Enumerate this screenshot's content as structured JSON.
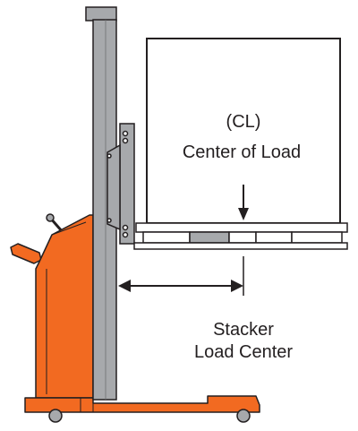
{
  "labels": {
    "cl_abbrev": "(CL)",
    "center_of_load": "Center of Load",
    "stacker_line1": "Stacker",
    "stacker_line2": "Load Center"
  },
  "colors": {
    "orange": "#f26a21",
    "mast": "#a7a9ac",
    "outline": "#231f20",
    "fork": "#d1d3d4",
    "background": "#ffffff"
  },
  "icons": {
    "down_arrow": "arrow-down-icon",
    "double_arrow": "double-arrow-icon"
  }
}
